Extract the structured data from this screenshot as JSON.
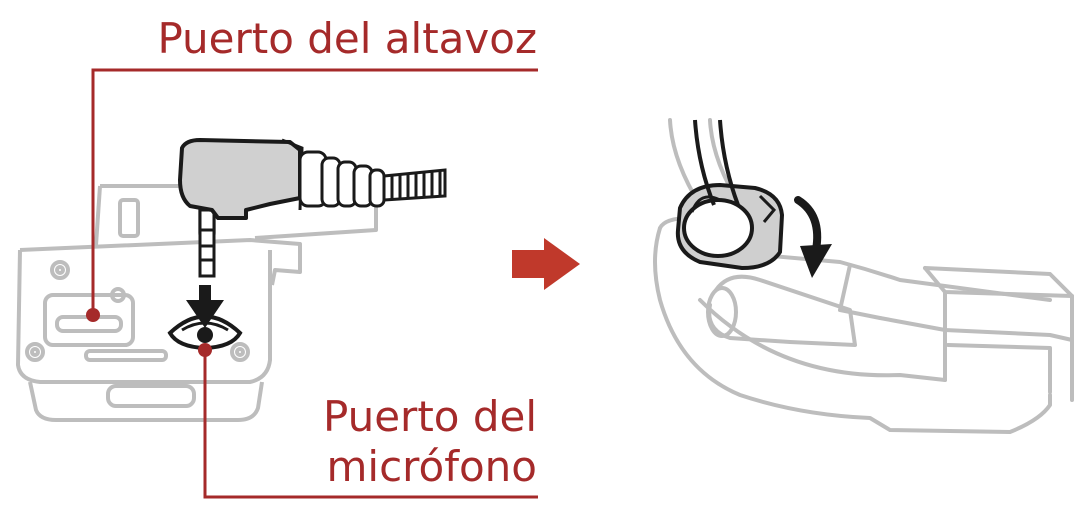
{
  "labels": {
    "speaker_port": "Puerto del altavoz",
    "mic_port_line1": "Puerto del",
    "mic_port_line2": "micrófono"
  },
  "colors": {
    "accent": "#a52a2a",
    "arrow": "#c0392b",
    "outline_gray": "#bdbdbd",
    "plug_dark": "#1a1a1a",
    "plug_gray": "#c8c8c8"
  },
  "icons": {
    "insert_arrow": "down-arrow-icon",
    "step_arrow": "right-arrow-icon",
    "rotate_arrow": "curved-arrow-icon"
  }
}
